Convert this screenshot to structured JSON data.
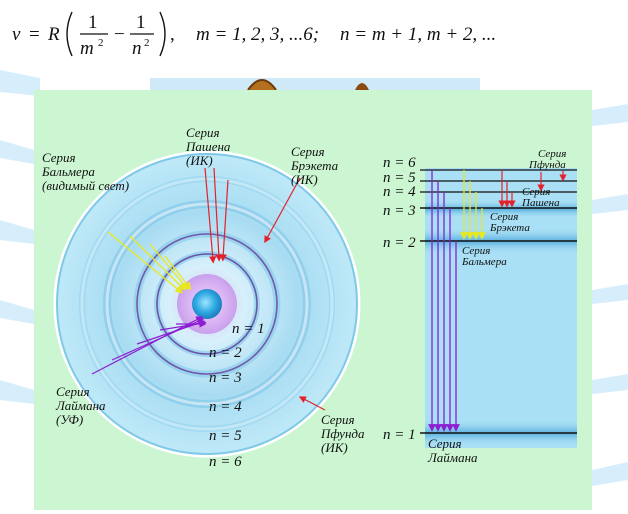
{
  "formula": {
    "nu": "ν",
    "eq": "=",
    "R": "R",
    "one_a": "1",
    "one_b": "1",
    "m_sq": "m",
    "n_sq": "n",
    "sup_a": "2",
    "sup_b": "2",
    "minus": "−",
    "comma": ",",
    "m_range": "m = 1, 2, 3, ...6;",
    "n_range": "n = m + 1, m + 2, ..."
  },
  "colors": {
    "panel_bg": "#ccf6d2",
    "disc_light": "#bfe9f6",
    "disc_dark": "#6fc3e4",
    "ring": "#7a2a8c",
    "lyman": "#8b1fd1",
    "balmer": "#e8e820",
    "paschen": "#e4212b",
    "level_line": "#111111"
  },
  "atom": {
    "series_paschen": [
      "Серия",
      "Пашена",
      "(ИК)"
    ],
    "series_brackett": [
      "Серия",
      "Брэкета",
      "(ИК)"
    ],
    "series_balmer": [
      "Серия",
      "Бальмера",
      "(видимый свет)"
    ],
    "series_lyman": [
      "Серия",
      "Лаймана",
      "(УФ)"
    ],
    "series_pfund": [
      "Серия",
      "Пфунда",
      "(ИК)"
    ],
    "orbits": [
      "n = 1",
      "n = 2",
      "n = 3",
      "n = 4",
      "n = 5",
      "n = 6"
    ]
  },
  "levels": {
    "labels": [
      "n = 6",
      "n = 5",
      "n = 4",
      "n = 3",
      "n = 2",
      "n = 1"
    ],
    "series_pfund": [
      "Серия",
      "Пфунда"
    ],
    "series_paschen": [
      "Серия",
      "Пашена"
    ],
    "series_brackett": [
      "Серия",
      "Брэкета"
    ],
    "series_balmer": [
      "Серия",
      "Бальмера"
    ],
    "series_lyman": [
      "Серия",
      "Лаймана"
    ]
  }
}
